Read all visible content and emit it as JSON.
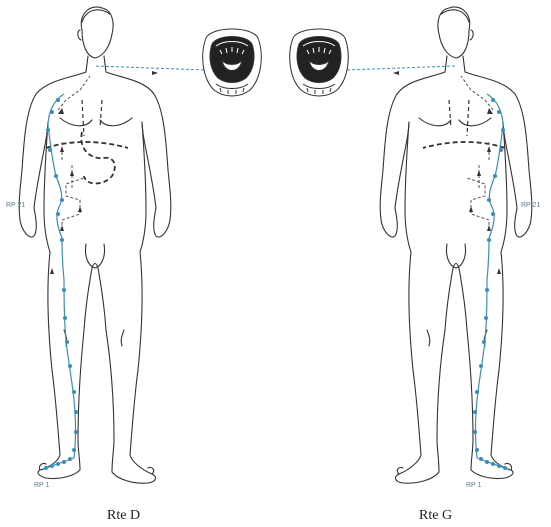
{
  "figures": [
    {
      "side": "right",
      "caption": "Rte D",
      "upper_point_label": "RP 21",
      "lower_point_label": "RP 1"
    },
    {
      "side": "left",
      "caption": "Rte G",
      "upper_point_label": "RP 21",
      "lower_point_label": "RP 1"
    }
  ],
  "colors": {
    "meridian": "#3a8fb7",
    "outline": "#333333",
    "guide": "#555555"
  }
}
